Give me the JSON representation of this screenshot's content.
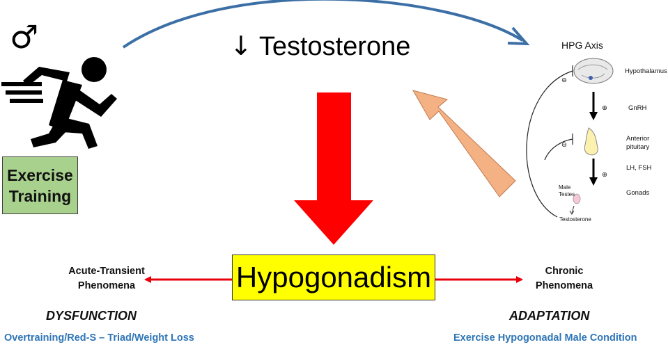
{
  "male_symbol": "♂",
  "top": {
    "down_arrow": "↓",
    "title": "Testosterone"
  },
  "exercise": {
    "line1": "Exercise",
    "line2": "Training"
  },
  "center": {
    "label": "Hypogonadism"
  },
  "left": {
    "phenomena_line1": "Acute-Transient",
    "phenomena_line2": "Phenomena",
    "state": "DYSFUNCTION",
    "condition": "Overtraining/Red-S – Triad/Weight Loss"
  },
  "right": {
    "phenomena_line1": "Chronic",
    "phenomena_line2": "Phenomena",
    "state": "ADAPTATION",
    "condition": "Exercise Hypogonadal Male Condition"
  },
  "hpg": {
    "title": "HPG Axis",
    "hypothalamus": "Hypothalamus",
    "gnrh": "GnRH",
    "anterior_line1": "Anterior",
    "anterior_line2": "pituitary",
    "lh_fsh": "LH, FSH",
    "gonads": "Gonads",
    "male_line1": "Male",
    "male_line2": "Testes",
    "testosterone": "Testosterone",
    "plus": "⊕",
    "minus": "⊖"
  },
  "colors": {
    "curve_arrow": "#3c6fa6",
    "big_arrow": "#ff0000",
    "feedback_arrow": "#f4b183",
    "side_arrow": "#e8000b",
    "exercise_box": "#a9d18e",
    "hypo_box": "#ffff00",
    "condition_text": "#2e75b6"
  }
}
